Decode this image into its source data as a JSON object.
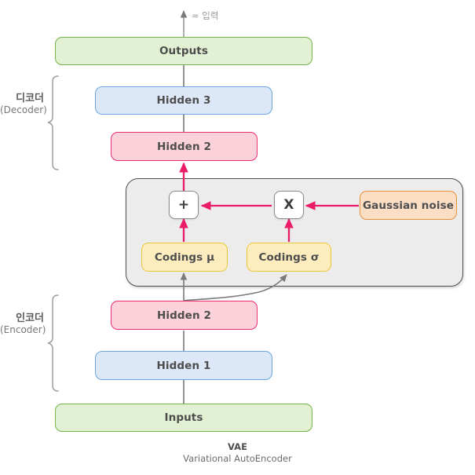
{
  "diagram": {
    "title_caption": {
      "abbrev": "VAE",
      "full": "Variational AutoEncoder"
    },
    "top_note": "≈ 입력",
    "groups": [
      {
        "id": "decoder",
        "ko": "디코더",
        "en": "(Decoder)"
      },
      {
        "id": "encoder",
        "ko": "인코더",
        "en": "(Encoder)"
      }
    ],
    "nodes": {
      "outputs": {
        "label": "Outputs",
        "color": "#74b44a",
        "fill": "#e2f0d4"
      },
      "hidden3": {
        "label": "Hidden 3",
        "color": "#6aa6dd",
        "fill": "#dce8f7"
      },
      "hidden2_decoder": {
        "label": "Hidden 2",
        "color": "#ec2d72",
        "fill": "#fbd2da"
      },
      "plus_op": {
        "label": "+"
      },
      "times_op": {
        "label": "X"
      },
      "gaussian_noise": {
        "label": "Gaussian noise",
        "color": "#e8913f",
        "fill": "#fbdec4"
      },
      "codings_mu": {
        "label": "Codings μ",
        "color": "#edc73a",
        "fill": "#fdedbe"
      },
      "codings_sigma": {
        "label": "Codings σ",
        "color": "#edc73a",
        "fill": "#fdedbe"
      },
      "hidden2_encoder": {
        "label": "Hidden 2",
        "color": "#ec2d72",
        "fill": "#fbd2da"
      },
      "hidden1": {
        "label": "Hidden 1",
        "color": "#6aa6dd",
        "fill": "#dce8f7"
      },
      "inputs": {
        "label": "Inputs",
        "color": "#74b44a",
        "fill": "#e2f0d4"
      }
    },
    "colors": {
      "arrow_gray": "#7a7a7a",
      "arrow_pink": "#ec1b67",
      "group_fill": "#ececec",
      "group_border": "#4f4f4f"
    }
  }
}
